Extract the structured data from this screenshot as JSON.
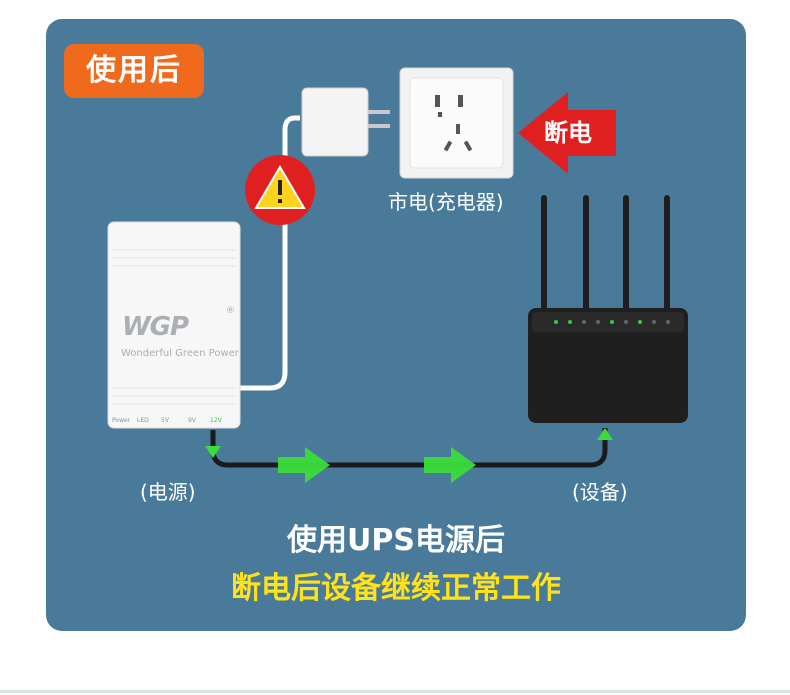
{
  "badge": {
    "label": "使用后"
  },
  "outlet": {
    "caption": "市电(充电器)"
  },
  "power_cut": {
    "label": "断电"
  },
  "ups": {
    "brand": "WGP",
    "registered": "®",
    "tagline": "Wonderful Green Power",
    "ports": [
      "Power",
      "LED",
      "5V",
      "9V",
      "12V"
    ]
  },
  "labels": {
    "power_source": "(电源)",
    "device": "(设备)"
  },
  "headline": {
    "line1": "使用UPS电源后",
    "line2": "断电后设备继续正常工作"
  },
  "colors": {
    "card_bg": "#4a7a9a",
    "badge_bg": "#f06a1e",
    "arrow_red": "#e02020",
    "highlight_yellow": "#ffe21a",
    "flow_green": "#3bdc3b"
  }
}
